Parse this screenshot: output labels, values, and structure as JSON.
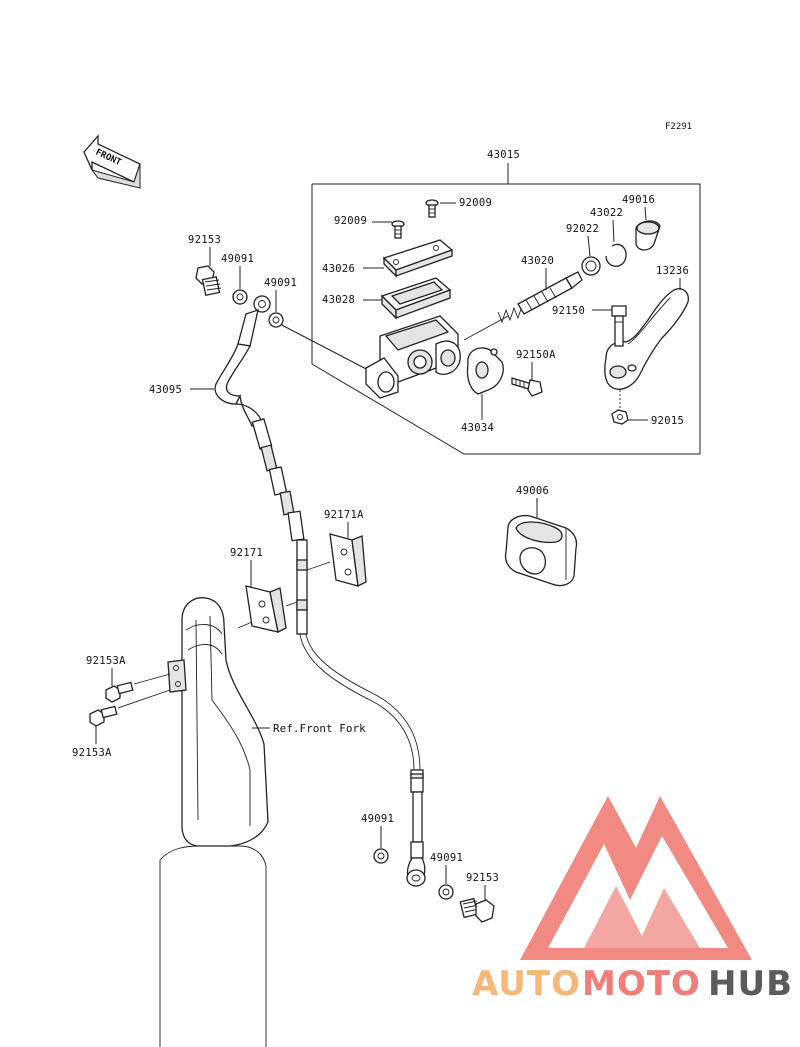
{
  "diagram_code": "F2291",
  "front_arrow_label": "FRONT",
  "assembly_label": "43015",
  "reference_label": "Ref.Front Fork",
  "parts": {
    "p92009a": "92009",
    "p92009b": "92009",
    "p49016": "49016",
    "p43022": "43022",
    "p92022": "92022",
    "p43026": "43026",
    "p43020": "43020",
    "p13236": "13236",
    "p43028": "43028",
    "p92150": "92150",
    "p92150A": "92150A",
    "p43034": "43034",
    "p92015": "92015",
    "p92153top": "92153",
    "p49091top1": "49091",
    "p49091top2": "49091",
    "p43095": "43095",
    "p49006": "49006",
    "p92171A": "92171A",
    "p92171": "92171",
    "p92153Atop": "92153A",
    "p92153Abot": "92153A",
    "p49091bot1": "49091",
    "p49091bot2": "49091",
    "p92153bot": "92153"
  },
  "watermark": {
    "part1": "AUTO",
    "part2": "MOTO",
    "part3": "HUB",
    "color_orange": "#f6b06a",
    "color_red": "#ef6f6a",
    "color_gray": "#4a4a4a"
  }
}
